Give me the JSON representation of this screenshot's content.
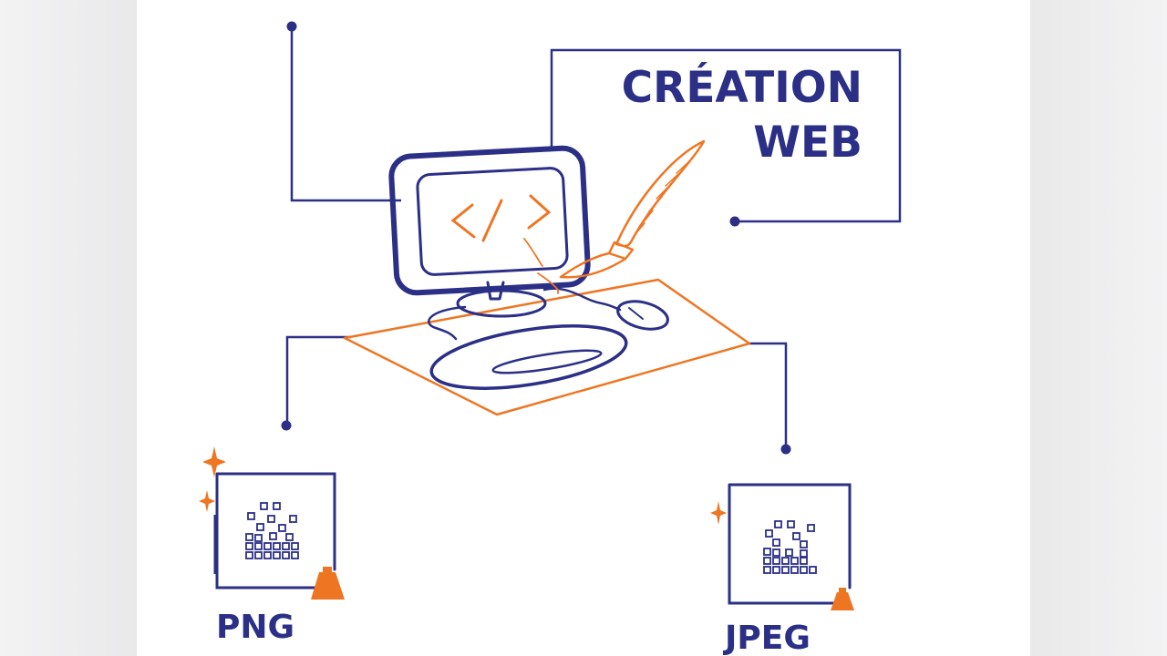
{
  "title_lines": [
    "CRÉATION",
    "WEB"
  ],
  "labels": {
    "png": "PNG",
    "jpeg": "JPEG"
  },
  "colors": {
    "navy": "#2b2f86",
    "orange": "#ee7623",
    "background": "#ffffff",
    "frame": "#ececed"
  },
  "icons": [
    "computer-icon",
    "paintbrush-icon",
    "mouse-icon",
    "keyboard-icon",
    "sparkle-icon",
    "image-file-icon",
    "weight-icon"
  ]
}
